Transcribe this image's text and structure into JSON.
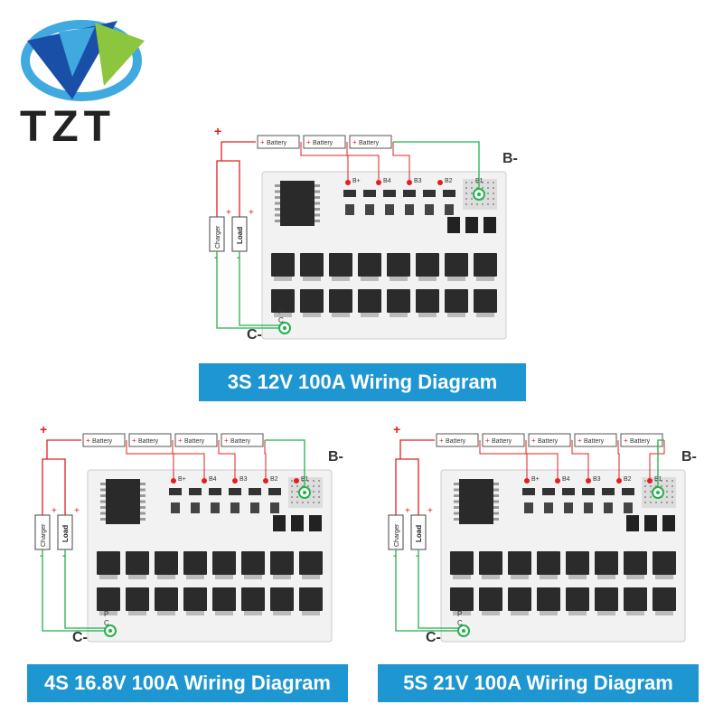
{
  "logo": {
    "text": "TZT",
    "colors": {
      "blue": "#1a4fa8",
      "lightblue": "#3fa9e0",
      "green": "#8cc63f"
    }
  },
  "labels": {
    "battery": "Battery",
    "charger": "Charger",
    "load": "Load",
    "b_minus": "B-",
    "c_minus": "C-",
    "plus": "+",
    "minus": "-"
  },
  "diagrams": [
    {
      "id": "3s",
      "caption": "3S 12V 100A Wiring Diagram",
      "batteries": 3,
      "pads": [
        "B+",
        "B4",
        "B3",
        "B2",
        "B1"
      ]
    },
    {
      "id": "4s",
      "caption": "4S 16.8V 100A Wiring Diagram",
      "batteries": 4,
      "pads": [
        "B+",
        "B4",
        "B3",
        "B2",
        "B1"
      ]
    },
    {
      "id": "5s",
      "caption": "5S 21V 100A Wiring Diagram",
      "batteries": 5,
      "pads": [
        "B+",
        "B4",
        "B3",
        "B2",
        "B1"
      ]
    }
  ],
  "colors": {
    "wire_red": "#e02020",
    "wire_green": "#22b14c",
    "caption_bg": "#1e96d2",
    "board": "#f2f2f2",
    "chip": "#2a2a2a"
  }
}
